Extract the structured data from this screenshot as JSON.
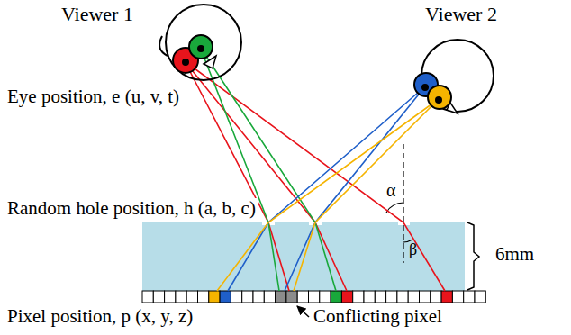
{
  "diagram": {
    "labels": [
      "Viewer 1",
      "Viewer 2",
      "Eye position, e (u, v, t)",
      "Random hole position, h (a, b, c)",
      "α",
      "β",
      "6mm",
      "Pixel position, p (x, y, z)",
      "Conflicting pixel"
    ]
  }
}
